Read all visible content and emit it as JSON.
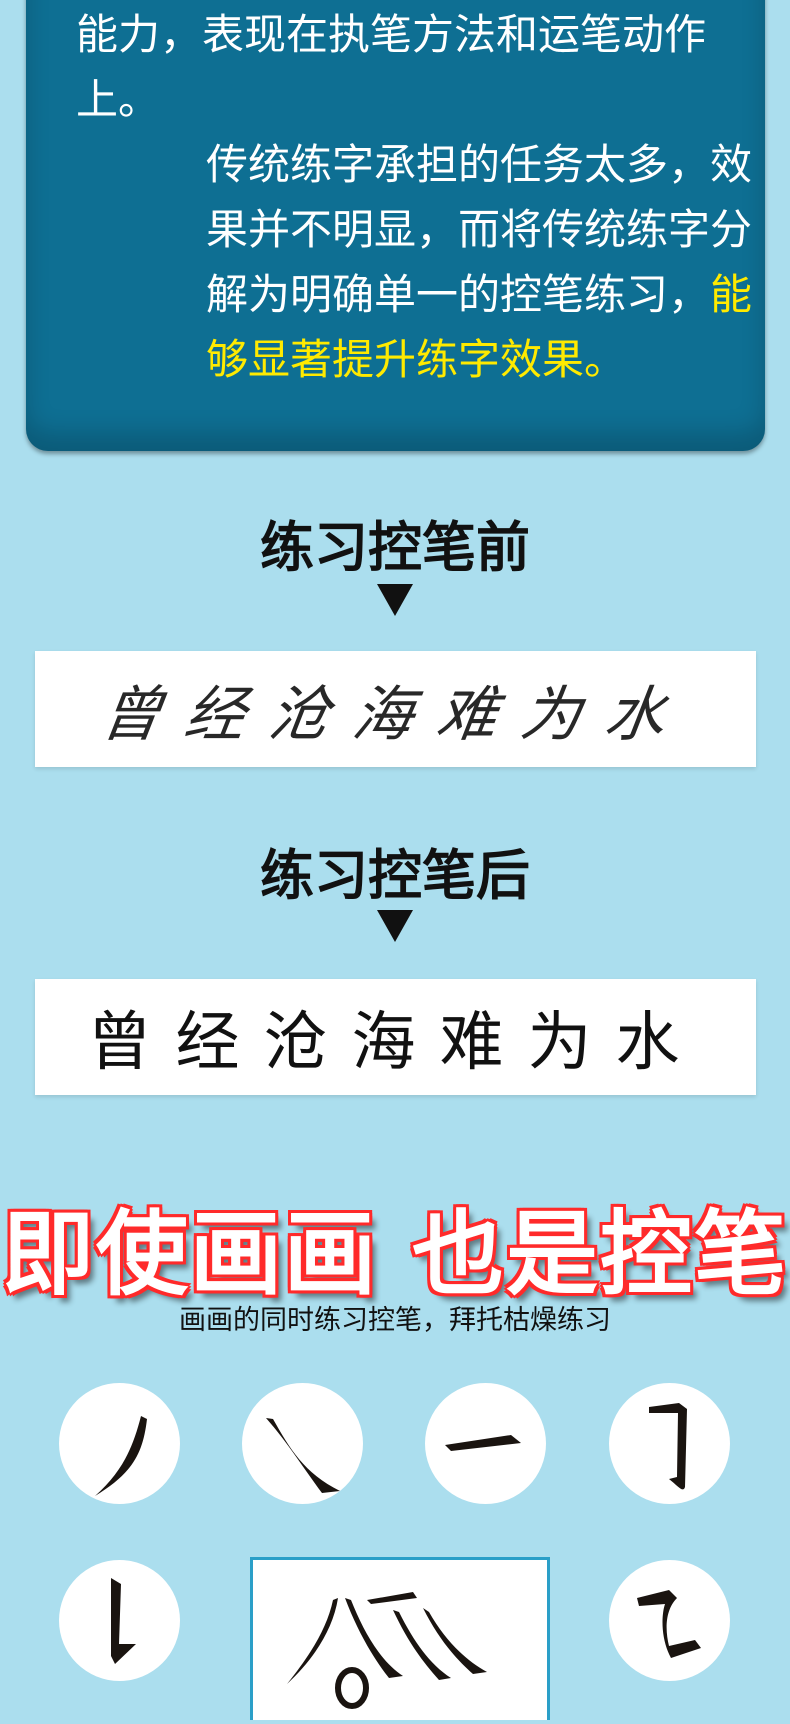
{
  "intro": {
    "line1": "能力，表现在执笔方法和运笔动作上。",
    "para2_plain": "传统练字承担的任务太多，效果并不明显，而将传统练字分解为明确单一的控笔练习，",
    "para2_highlight": "能够显著提升练字效果。"
  },
  "comparison": {
    "before_heading": "练习控笔前",
    "before_sample": "曾经沧海难为水",
    "after_heading": "练习控笔后",
    "after_sample": "曾经沧海难为水"
  },
  "promo": {
    "title": "即使画画 也是控笔",
    "subtitle": "画画的同时练习控笔，拜托枯燥练习"
  },
  "strokes": [
    "pie",
    "na",
    "heng",
    "heng-zhe-gou",
    "shu-ti",
    "heng-zhe-wan"
  ],
  "colors": {
    "background": "#abdeee",
    "panel": "#0e6f93",
    "highlight": "#ffea00",
    "title_outline": "#ff2a2a"
  }
}
